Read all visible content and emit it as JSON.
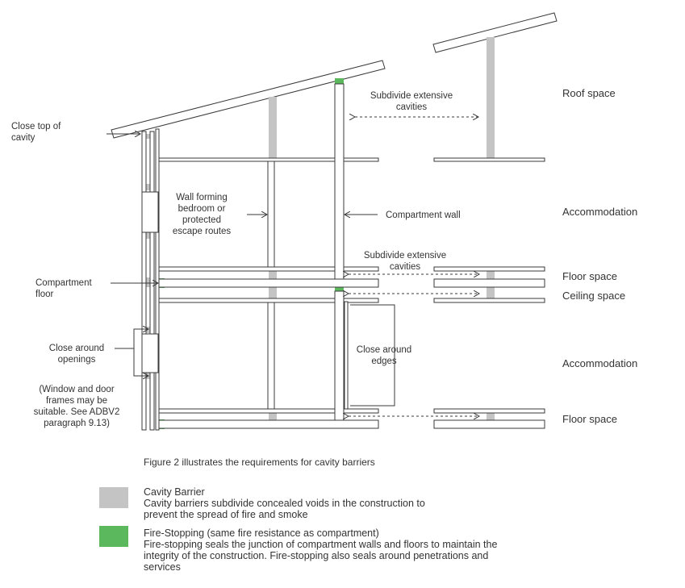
{
  "labels": {
    "close_top": [
      "Close top of",
      "cavity"
    ],
    "subdivide_top": [
      "Subdivide extensive",
      "cavities"
    ],
    "wall_forming": [
      "Wall forming",
      "bedroom or",
      "protected",
      "escape routes"
    ],
    "compartment_wall": "Compartment wall",
    "subdivide_mid": [
      "Subdivide extensive",
      "cavities"
    ],
    "compartment_floor": [
      "Compartment",
      "floor"
    ],
    "close_openings": [
      "Close around",
      "openings"
    ],
    "window_note": [
      "(Window and door",
      "frames may be",
      "suitable. See ADBV2",
      "paragraph 9.13)"
    ],
    "close_edges": [
      "Close around",
      "edges"
    ]
  },
  "zones": {
    "roof": "Roof space",
    "accommodation_upper": "Accommodation",
    "floor_upper": "Floor space",
    "ceiling": "Ceiling space",
    "accommodation_lower": "Accommodation",
    "floor_lower": "Floor space"
  },
  "caption": "Figure 2 illustrates the requirements for cavity barriers",
  "legend": {
    "cavity_barrier": {
      "title": "Cavity Barrier",
      "desc": [
        "Cavity barriers subdivide concealed voids in the construction to",
        "prevent the spread of fire and smoke"
      ],
      "color": "#c4c4c4"
    },
    "fire_stopping": {
      "title": "Fire-Stopping (same fire resistance as compartment)",
      "desc": [
        "Fire-stopping seals the junction of compartment walls and floors to maintain the",
        "integrity of the construction. Fire-stopping also seals around penetrations and",
        "services"
      ],
      "color": "#5cb85c"
    }
  },
  "colors": {
    "line": "#3a3a3a",
    "barrier": "#c4c4c4",
    "fire": "#5cb85c"
  }
}
